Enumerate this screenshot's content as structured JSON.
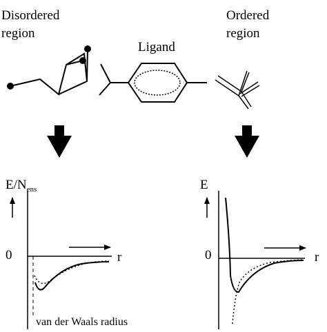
{
  "labels": {
    "disordered_line1": "Disordered",
    "disordered_line2": "region",
    "ligand": "Ligand",
    "ordered_line1": "Ordered",
    "ordered_line2": "region",
    "left_y_axis_main": "E/N",
    "left_y_axis_sub": "ens",
    "right_y_axis": "E",
    "left_zero": "0",
    "right_zero": "0",
    "left_r": "r",
    "right_r": "r",
    "vdw_radius": "van der Waals radius"
  }
}
